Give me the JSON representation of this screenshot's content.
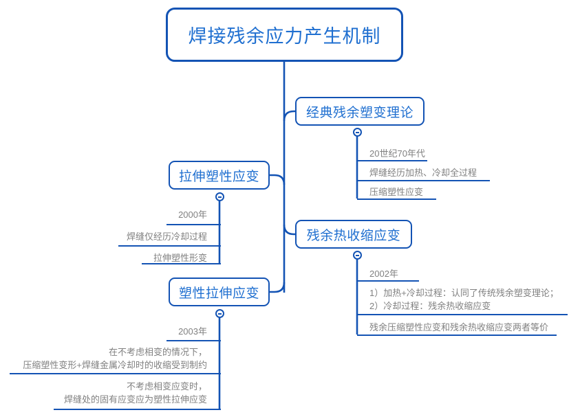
{
  "diagram": {
    "type": "mind-map",
    "title": "焊接残余应力产生机制",
    "accent_color": "#1353b4",
    "node_text_color": "#1f6fd0",
    "leaf_text_color": "#808080",
    "background_color": "#ffffff"
  },
  "root": {
    "label": "焊接残余应力产生机制"
  },
  "branches": [
    {
      "id": "classic",
      "label": "经典残余塑变理论",
      "side": "right",
      "collapsed": false,
      "toggle_label": "collapse",
      "items": [
        {
          "text": "20世纪70年代"
        },
        {
          "text": "焊缝经历加热、冷却全过程"
        },
        {
          "text": "压缩塑性应变"
        }
      ]
    },
    {
      "id": "tensile",
      "label": "拉伸塑性应变",
      "side": "left",
      "collapsed": false,
      "toggle_label": "collapse",
      "items": [
        {
          "text": "2000年"
        },
        {
          "text": "焊缝仅经历冷却过程"
        },
        {
          "text": "拉伸塑性形变"
        }
      ]
    },
    {
      "id": "thermal",
      "label": "残余热收缩应变",
      "side": "right",
      "collapsed": false,
      "toggle_label": "collapse",
      "items": [
        {
          "text": "2002年"
        },
        {
          "text": "1）加热+冷却过程：认同了传统残余塑变理论；\n2）冷却过程：残余热收缩应变"
        },
        {
          "text": "残余压缩塑性应变和残余热收缩应变两者等价"
        }
      ]
    },
    {
      "id": "plastic",
      "label": "塑性拉伸应变",
      "side": "left",
      "collapsed": false,
      "toggle_label": "collapse",
      "items": [
        {
          "text": "2003年"
        },
        {
          "text": "在不考虑相变的情况下，\n压缩塑性变形+焊缝金属冷却时的收缩受到制约"
        },
        {
          "text": "不考虑相变应变时，\n焊缝处的固有应变应为塑性拉伸应变"
        }
      ]
    }
  ]
}
